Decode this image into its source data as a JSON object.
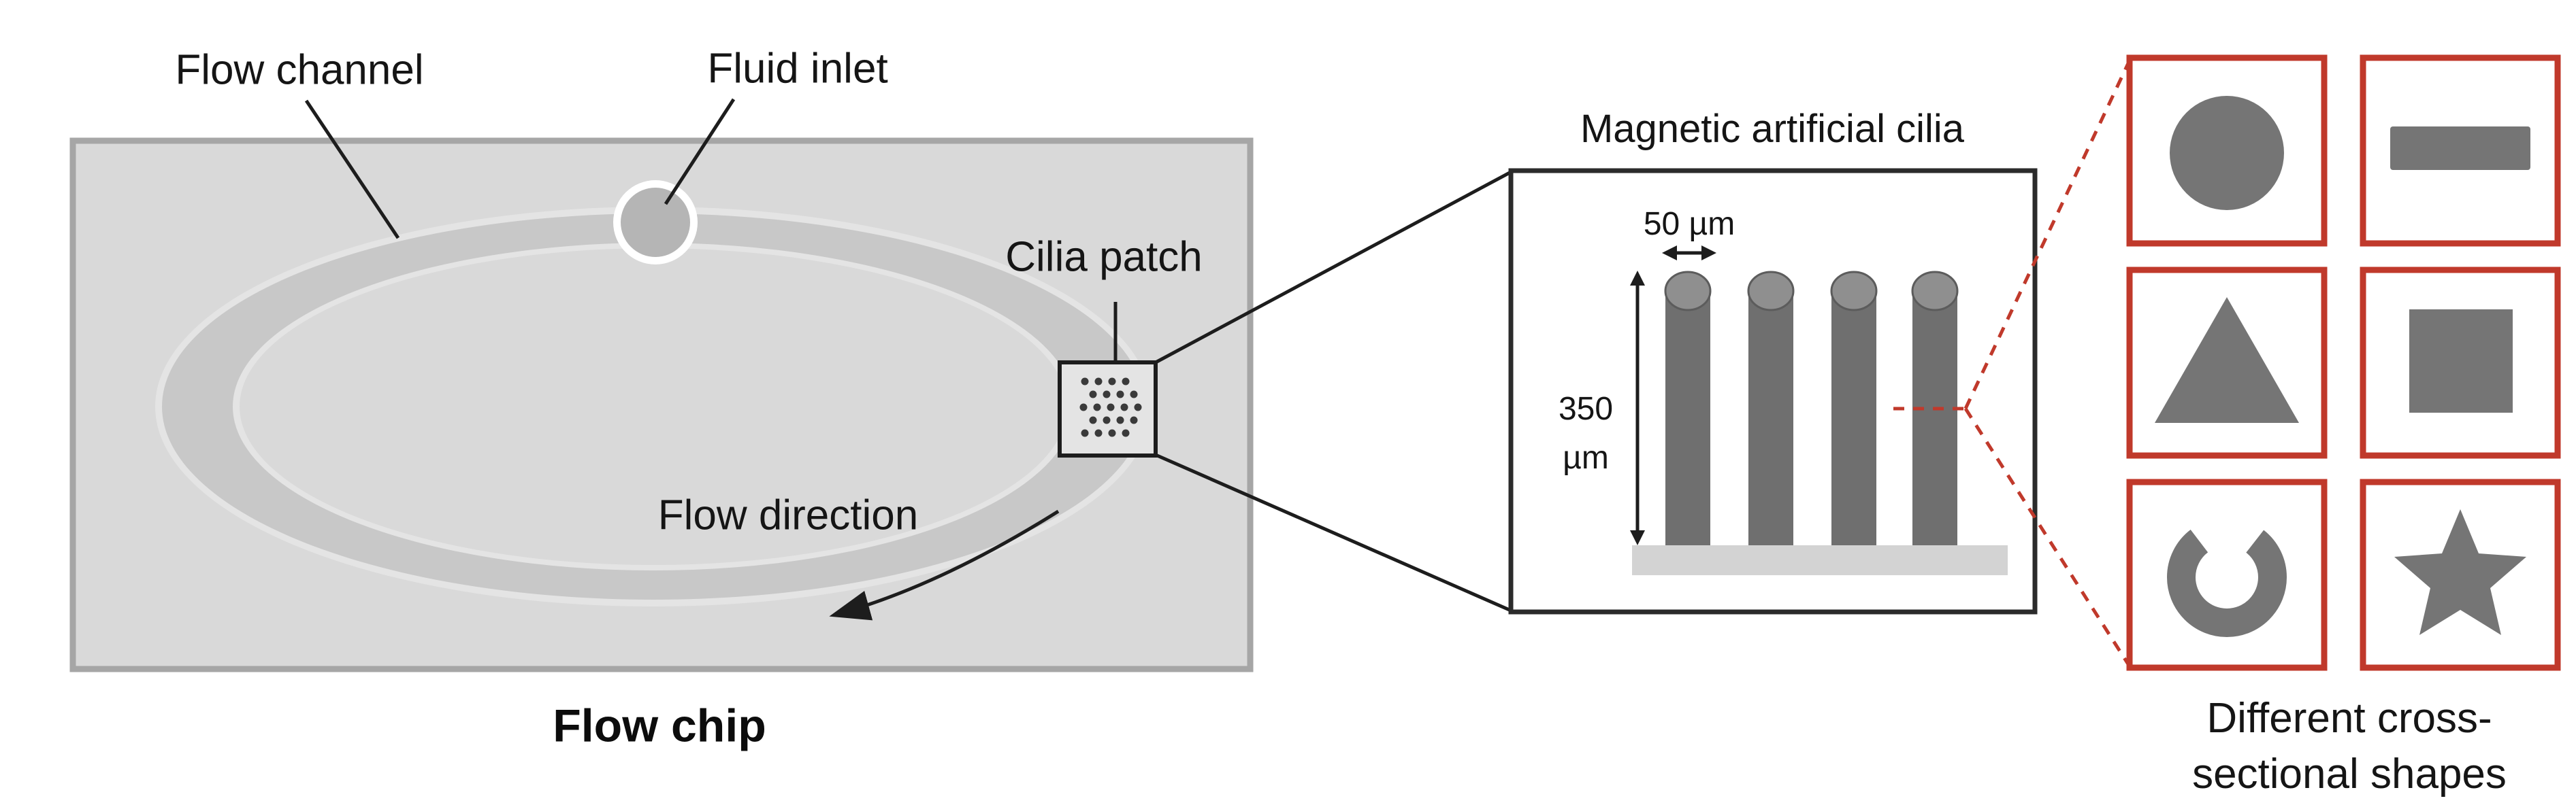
{
  "figure": {
    "flow_chip": {
      "caption": "Flow chip",
      "flow_channel_label": "Flow channel",
      "fluid_inlet_label": "Fluid inlet",
      "cilia_patch_label": "Cilia patch",
      "flow_direction_label": "Flow direction"
    },
    "cilia_panel": {
      "title": "Magnetic artificial cilia",
      "pillar_width_label": "50 µm",
      "pillar_height_value": "350",
      "pillar_height_unit": "µm",
      "pillar_count": 4
    },
    "cross_sections": {
      "caption_line1": "Different cross-",
      "caption_line2": "sectional shapes",
      "shapes": [
        "circle",
        "rectangle",
        "triangle",
        "square",
        "horseshoe",
        "star"
      ]
    }
  },
  "colors": {
    "accent_red": "#c0392b",
    "shape_gray": "#757575",
    "chip_fill": "#d9d9d9",
    "chip_border": "#a6a6a6",
    "ring_band": "#c8c8c8",
    "ring_edge": "#e4e4e4",
    "inlet_fill": "#b5b5b5",
    "inlet_ring": "#ffffff",
    "patch_fill": "#e4e4e4",
    "dot_color": "#3a3a3a",
    "pillar_body": "#6f6f6f",
    "pillar_cap": "#8f8f8f",
    "base_fill": "#d3d3d3",
    "line_black": "#1d1d1d"
  }
}
